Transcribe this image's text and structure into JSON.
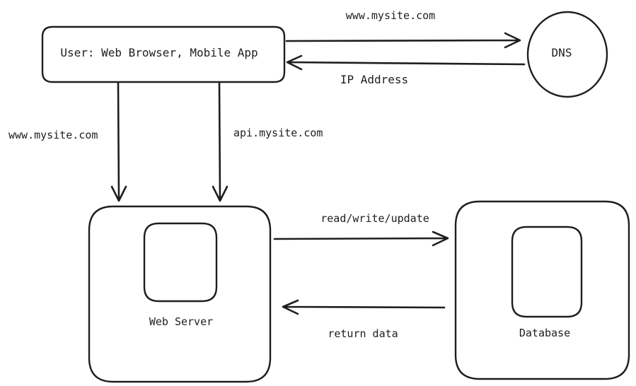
{
  "nodes": {
    "client": {
      "label": "User: Web Browser, Mobile App"
    },
    "dns": {
      "label": "DNS"
    },
    "web_server": {
      "label": "Web Server"
    },
    "database": {
      "label": "Database"
    }
  },
  "edges": {
    "client_to_dns": {
      "label": "www.mysite.com"
    },
    "dns_to_client": {
      "label": "IP Address"
    },
    "client_to_server_www": {
      "label": "www.mysite.com"
    },
    "client_to_server_api": {
      "label": "api.mysite.com"
    },
    "server_to_db": {
      "label": "read/write/update"
    },
    "db_to_server": {
      "label": "return data"
    }
  },
  "colors": {
    "stroke": "#1e1e1e",
    "background": "#ffffff"
  }
}
